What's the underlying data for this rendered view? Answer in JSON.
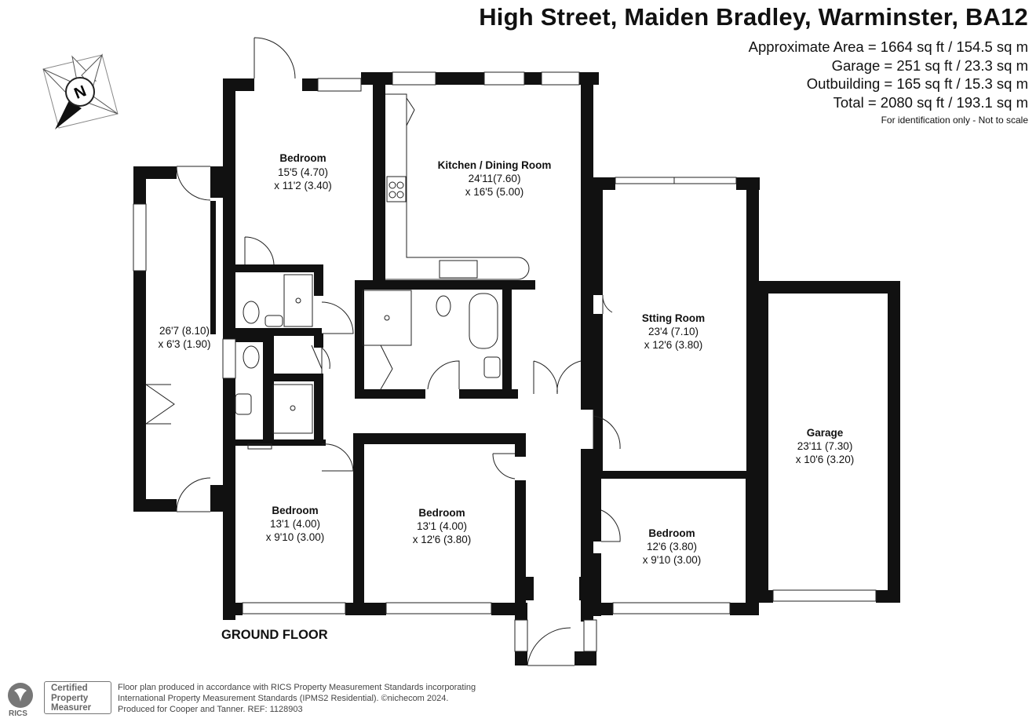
{
  "header": {
    "title": "High Street, Maiden Bradley, Warminster, BA12",
    "area_lines": [
      "Approximate Area = 1664 sq ft / 154.5 sq m",
      "Garage = 251 sq ft / 23.3 sq m",
      "Outbuilding = 165 sq ft / 15.3 sq m",
      "Total = 2080 sq ft / 193.1 sq m"
    ],
    "note": "For identification only - Not to scale"
  },
  "compass": {
    "letter": "N"
  },
  "rooms": {
    "bedroom_top": {
      "name": "Bedroom",
      "dim1": "15'5 (4.70)",
      "dim2": "x 11'2 (3.40)"
    },
    "kitchen": {
      "name": "Kitchen / Dining Room",
      "dim1": "24'11(7.60)",
      "dim2": "x 16'5 (5.00)"
    },
    "outbuilding": {
      "dim1": "26'7 (8.10)",
      "dim2": "x 6'3 (1.90)"
    },
    "sitting": {
      "name": "Stting Room",
      "dim1": "23'4 (7.10)",
      "dim2": "x 12'6 (3.80)"
    },
    "garage": {
      "name": "Garage",
      "dim1": "23'11 (7.30)",
      "dim2": "x 10'6 (3.20)"
    },
    "bedroom_left": {
      "name": "Bedroom",
      "dim1": "13'1 (4.00)",
      "dim2": "x 9'10 (3.00)"
    },
    "bedroom_mid": {
      "name": "Bedroom",
      "dim1": "13'1 (4.00)",
      "dim2": "x 12'6 (3.80)"
    },
    "bedroom_right": {
      "name": "Bedroom",
      "dim1": "12'6 (3.80)",
      "dim2": "x 9'10 (3.00)"
    }
  },
  "floor_label": "GROUND FLOOR",
  "badge": {
    "rics": "RICS",
    "line1": "Certified",
    "line2": "Property",
    "line3": "Measurer"
  },
  "footer": {
    "line1": "Floor plan produced in accordance with RICS Property Measurement Standards incorporating",
    "line2": "International Property Measurement Standards (IPMS2 Residential).  ©nichecom 2024.",
    "line3": "Produced for Cooper and Tanner.   REF:  1128903"
  }
}
